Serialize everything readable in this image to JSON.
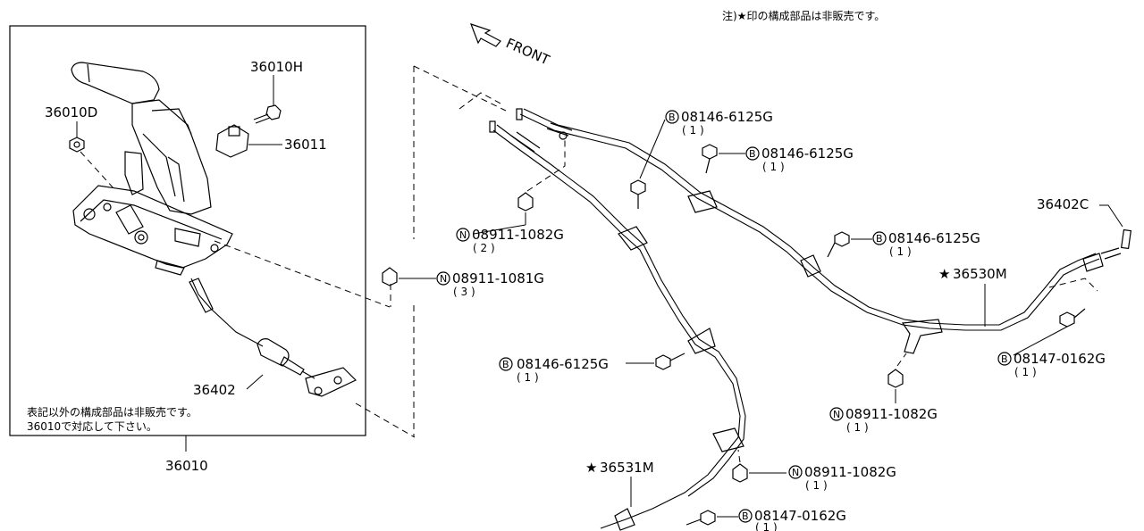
{
  "header_note": "注)★印の構成部品は非販売です。",
  "front_label": "FRONT",
  "box": {
    "note_line1": "表記以外の構成部品は非販売です。",
    "note_line2": "36010で対応して下さい。",
    "assembly_label": "36010"
  },
  "parts": {
    "p36010H": "36010H",
    "p36010D": "36010D",
    "p36011": "36011",
    "p36402": "36402",
    "p36402C": "36402C",
    "p36530M": "36530M",
    "p36531M": "36531M"
  },
  "circle_letters": {
    "bolt": "B",
    "nut": "N"
  },
  "fasteners": {
    "b1": {
      "number": "08146-6125G",
      "qty": "( 1 )"
    },
    "b2": {
      "number": "08146-6125G",
      "qty": "( 1 )"
    },
    "b3": {
      "number": "08146-6125G",
      "qty": "( 1 )"
    },
    "b4": {
      "number": "08146-6125G",
      "qty": "( 1 )"
    },
    "b5": {
      "number": "08147-0162G",
      "qty": "( 1 )"
    },
    "b6": {
      "number": "08147-0162G",
      "qty": "( 1 )"
    },
    "n1": {
      "number": "08911-1082G",
      "qty": "( 2 )"
    },
    "n2": {
      "number": "08911-1081G",
      "qty": "( 3 )"
    },
    "n3": {
      "number": "08911-1082G",
      "qty": "( 1 )"
    },
    "n4": {
      "number": "08911-1082G",
      "qty": "( 1 )"
    }
  },
  "star_symbol": "★"
}
